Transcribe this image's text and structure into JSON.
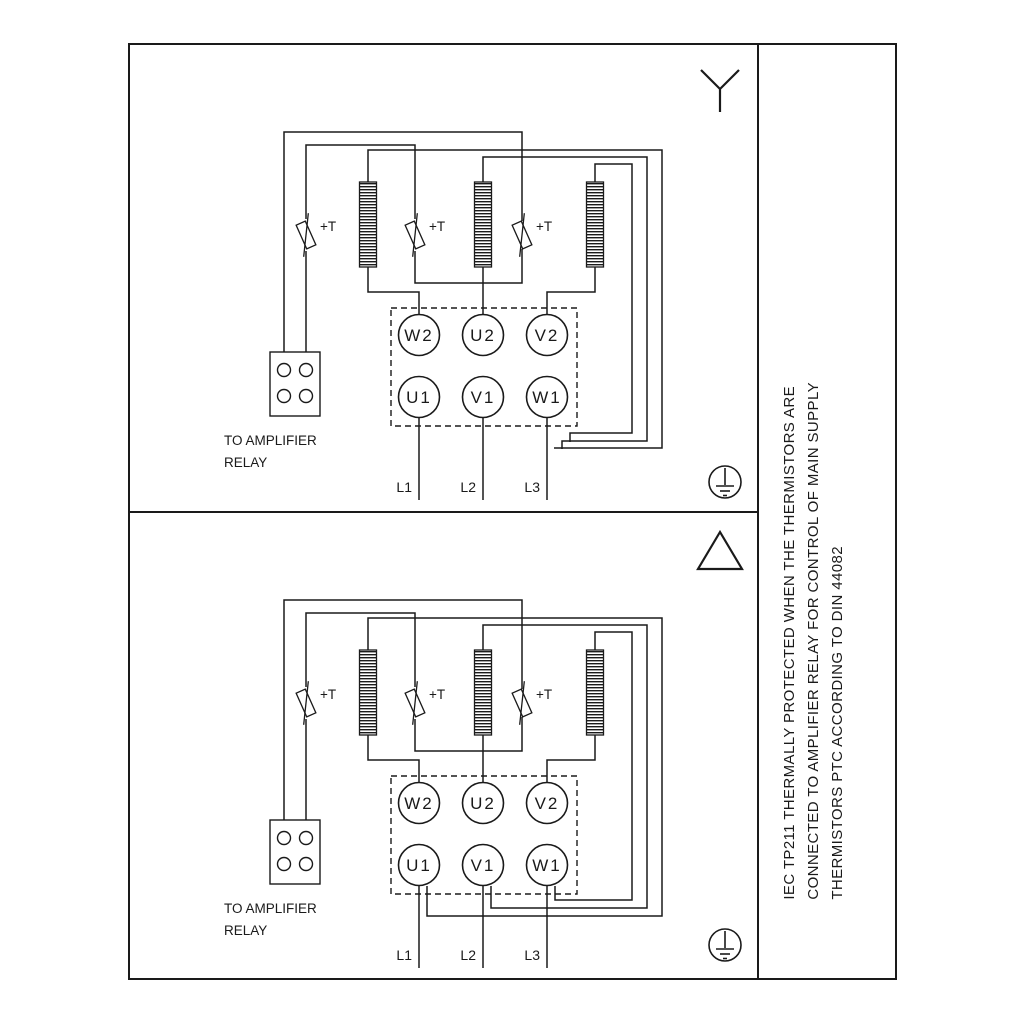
{
  "side_note": {
    "lines": [
      "IEC TP211 THERMALLY PROTECTED WHEN THE THERMISTORS ARE",
      "CONNECTED TO AMPLIFIER RELAY FOR CONTROL OF MAIN SUPPLY",
      "THERMISTORS PTC ACCORDING TO DIN 44082"
    ]
  },
  "panels": [
    {
      "name": "star-connection",
      "terminals_top": [
        "W2",
        "U2",
        "V2"
      ],
      "terminals_bottom": [
        "U1",
        "V1",
        "W1"
      ],
      "supply_labels": [
        "L1",
        "L2",
        "L3"
      ],
      "thermistor_label": "+T",
      "relay_note_line1": "TO AMPLIFIER",
      "relay_note_line2": "RELAY"
    },
    {
      "name": "delta-connection",
      "terminals_top": [
        "W2",
        "U2",
        "V2"
      ],
      "terminals_bottom": [
        "U1",
        "V1",
        "W1"
      ],
      "supply_labels": [
        "L1",
        "L2",
        "L3"
      ],
      "thermistor_label": "+T",
      "relay_note_line1": "TO AMPLIFIER",
      "relay_note_line2": "RELAY"
    }
  ],
  "colors": {
    "line": "#1a1a1a",
    "background": "#ffffff"
  }
}
